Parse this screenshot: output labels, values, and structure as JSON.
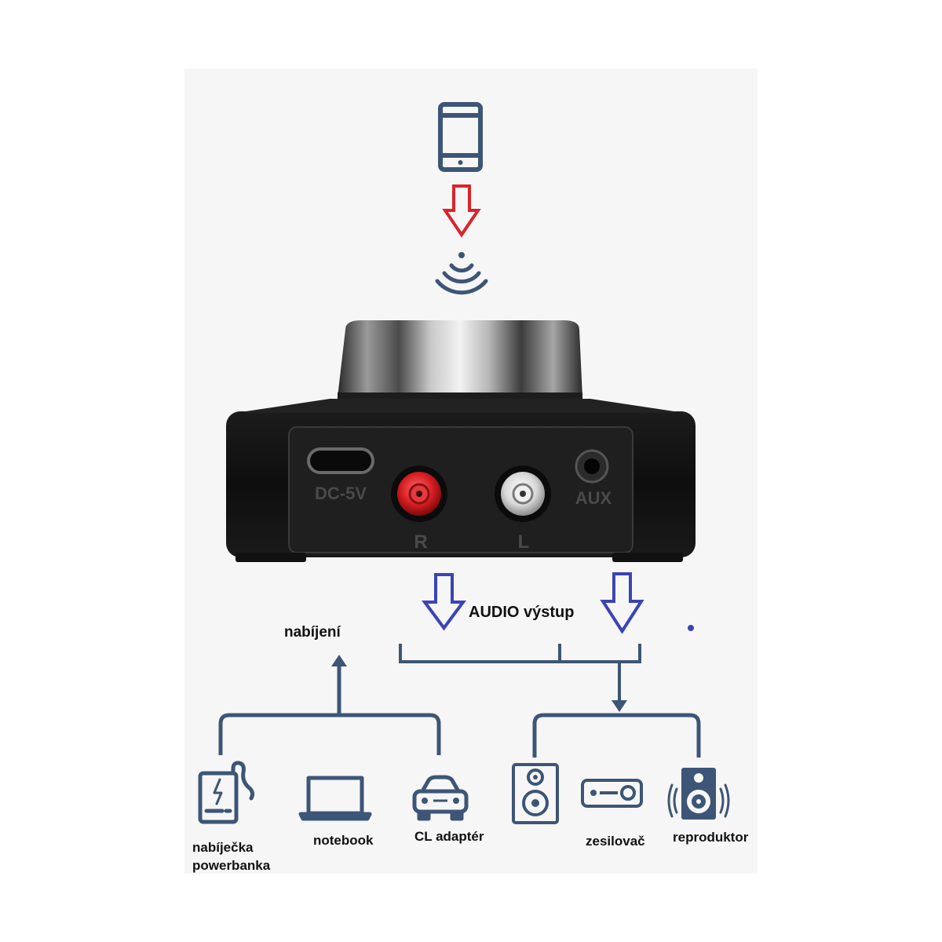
{
  "device": {
    "port_labels": {
      "dc": "DC-5V",
      "right": "R",
      "left": "L",
      "aux": "AUX"
    }
  },
  "labels": {
    "audio_output": "AUDIO výstup",
    "charging": "nabíjení"
  },
  "sources": [
    {
      "label_line1": "nabíječka",
      "label_line2": "powerbanka",
      "icon": "powerbank-icon"
    },
    {
      "label": "notebook",
      "icon": "laptop-icon"
    },
    {
      "label": "CL adaptér",
      "icon": "car-icon"
    }
  ],
  "outputs": [
    {
      "label": "zesilovač",
      "icon": "amplifier-icon"
    },
    {
      "label": "reproduktor",
      "icon": "speaker-icon"
    }
  ],
  "colors": {
    "icon": "#3d5576",
    "bluetooth_arrow": "#d9242b",
    "audio_arrow": "#3b44b5",
    "background": "#f6f6f6"
  }
}
